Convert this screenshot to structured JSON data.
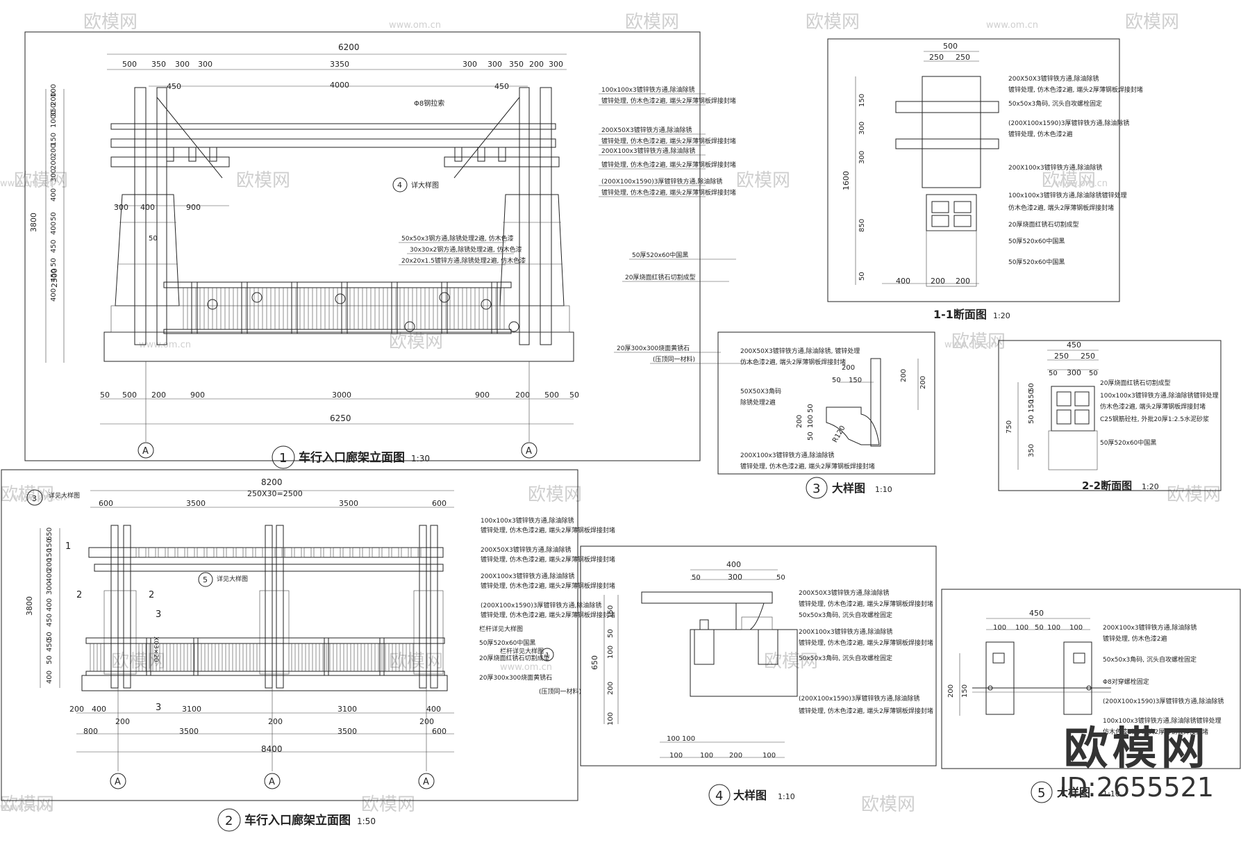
{
  "watermark": {
    "brand": "欧模网",
    "site": "www.om.cn",
    "id": "ID:2655521"
  },
  "drawings": {
    "d1": {
      "num": "1",
      "title": "车行入口廊架立面图",
      "scale": "1:30",
      "dims_top": [
        "6200",
        "500",
        "350",
        "300",
        "300",
        "3350",
        "300",
        "300",
        "350",
        "200",
        "300",
        "4000",
        "450",
        "450"
      ],
      "dims_left": [
        "100",
        "200",
        "350",
        "1000",
        "150",
        "200",
        "200",
        "300",
        "400",
        "50",
        "400",
        "450",
        "50",
        "450",
        "400",
        "3800",
        "2300"
      ],
      "dims_inner": [
        "300",
        "400",
        "900",
        "50",
        "Φ8钢拉索"
      ],
      "dims_bottom": [
        "50",
        "500",
        "200",
        "900",
        "3000",
        "900",
        "200",
        "500",
        "50",
        "6250"
      ],
      "axis": "A",
      "detail_tag": {
        "num": "4",
        "text": "详大样图"
      },
      "notes": [
        "100x100x3镀锌铁方通,除油除锈",
        "镀锌处理, 仿木色漆2遍, 端头2厚薄钢板焊接封堵",
        "200X50X3镀锌铁方通,除油除锈",
        "镀锌处理, 仿木色漆2遍, 端头2厚薄钢板焊接封堵",
        "200X100x3镀锌铁方通,除油除锈",
        "镀锌处理, 仿木色漆2遍, 端头2厚薄钢板焊接封堵",
        "(200X100x1590)3厚镀锌铁方通,除油除锈",
        "镀锌处理, 仿木色漆2遍, 端头2厚薄钢板焊接封堵",
        "50x50x3钢方通,除锈处理2遍, 仿木色漆",
        "30x30x2钢方通,除锈处理2遍, 仿木色漆",
        "20x20x1.5镀锌方通,除锈处理2遍, 仿木色漆",
        "50厚520x60中国黑",
        "20厚烧面红锈石切割成型",
        "20厚300x300烧面黄锈石",
        "(压顶同一材料)"
      ]
    },
    "d2": {
      "num": "2",
      "title": "车行入口廊架立面图",
      "scale": "1:50",
      "dims_top": [
        "8200",
        "250X30=2500",
        "600",
        "3500",
        "3500",
        "600"
      ],
      "dims_left": [
        "650",
        "150",
        "150",
        "200",
        "400",
        "300",
        "400",
        "450",
        "50",
        "450",
        "50",
        "400",
        "3800"
      ],
      "dims_bottom": [
        "200",
        "400",
        "200",
        "3100",
        "200",
        "3100",
        "200",
        "400",
        "800",
        "3500",
        "3500",
        "600",
        "8400"
      ],
      "marks": [
        "3",
        "2",
        "2",
        "2",
        "3",
        "3",
        "5",
        "1"
      ],
      "detail_tags": [
        {
          "num": "3",
          "text": "详见大样图"
        },
        {
          "num": "5",
          "text": "详见大样图"
        },
        {
          "num": "1",
          "text": "栏杆详见大样图"
        }
      ],
      "section_note": "X03×20",
      "axis": "A",
      "notes": [
        "100x100x3镀锌铁方通,除油除锈",
        "镀锌处理, 仿木色漆2遍, 端头2厚薄钢板焊接封堵",
        "200X50X3镀锌铁方通,除油除锈",
        "镀锌处理, 仿木色漆2遍, 端头2厚薄钢板焊接封堵",
        "200X100x3镀锌铁方通,除油除锈",
        "镀锌处理, 仿木色漆2遍, 端头2厚薄钢板焊接封堵",
        "(200X100x1590)3厚镀锌铁方通,除油除锈",
        "镀锌处理, 仿木色漆2遍, 端头2厚薄钢板焊接封堵",
        "栏杆详见大样图",
        "50厚520x60中国黑",
        "20厚烧面红锈石切割成型",
        "20厚300x300烧面黄锈石",
        "(压顶同一材料)"
      ]
    },
    "s11": {
      "title": "1-1断面图",
      "scale": "1:20",
      "dims": [
        "500",
        "250",
        "250",
        "150",
        "300",
        "300",
        "1600",
        "850",
        "50",
        "400",
        "200",
        "200"
      ],
      "notes": [
        "200X50X3镀锌铁方通,除油除锈",
        "镀锌处理, 仿木色漆2遍, 端头2厚薄钢板焊接封堵",
        "50x50x3角码, 沉头自攻螺栓固定",
        "(200X100x1590)3厚镀锌铁方通,除油除锈",
        "镀锌处理, 仿木色漆2遍",
        "200X100x3镀锌铁方通,除油除锈",
        "100x100x3镀锌铁方通,除油除锈镀锌处理",
        "仿木色漆2遍, 端头2厚薄钢板焊接封堵",
        "20厚烧面红锈石切割成型",
        "50厚520x60中国黑",
        "50厚520x60中国黑"
      ]
    },
    "d3": {
      "num": "3",
      "title": "大样图",
      "scale": "1:10",
      "dims": [
        "200",
        "50",
        "150",
        "200",
        "200",
        "200",
        "50",
        "100",
        "50",
        "R120"
      ],
      "notes": [
        "200X50X3镀锌铁方通,除油除锈, 镀锌处理",
        "仿木色漆2遍, 端头2厚薄钢板焊接封堵",
        "50X50X3角码",
        "除锈处理2遍",
        "200X100x3镀锌铁方通,除油除锈",
        "镀锌处理, 仿木色漆2遍, 端头2厚薄钢板焊接封堵"
      ]
    },
    "s22": {
      "title": "2-2断面图",
      "scale": "1:20",
      "dims": [
        "450",
        "250",
        "50",
        "300",
        "50",
        "50",
        "150",
        "150",
        "50",
        "750",
        "350"
      ],
      "notes": [
        "20厚烧面红锈石切割成型",
        "100x100x3镀锌铁方通,除油除锈镀锌处理",
        "仿木色漆2遍, 端头2厚薄钢板焊接封堵",
        "C25钢筋砼柱, 外批20厚1:2.5水泥砂浆",
        "50厚520x60中国黑"
      ]
    },
    "d4": {
      "num": "4",
      "title": "大样图",
      "scale": "1:10",
      "dims": [
        "400",
        "50",
        "300",
        "50",
        "150",
        "50",
        "100",
        "200",
        "100",
        "650",
        "100",
        "100",
        "100",
        "200",
        "100"
      ],
      "notes": [
        "200X50X3镀锌铁方通,除油除锈",
        "镀锌处理, 仿木色漆2遍, 端头2厚薄钢板焊接封堵",
        "50x50x3角码, 沉头自攻螺栓固定",
        "200X100x3镀锌铁方通,除油除锈",
        "镀锌处理, 仿木色漆2遍, 端头2厚薄钢板焊接封堵",
        "50x50x3角码, 沉头自攻螺栓固定",
        "(200X100x1590)3厚镀锌铁方通,除油除锈",
        "镀锌处理, 仿木色漆2遍, 端头2厚薄钢板焊接封堵"
      ]
    },
    "d5": {
      "num": "5",
      "title": "大样图",
      "scale": "1:10",
      "dims": [
        "450",
        "100",
        "100",
        "50",
        "100",
        "100",
        "200",
        "150"
      ],
      "notes": [
        "200X100x3镀锌铁方通,除油除锈",
        "镀锌处理, 仿木色漆2遍",
        "50x50x3角码, 沉头自攻螺栓固定",
        "Φ8对穿螺栓固定",
        "(200X100x1590)3厚镀锌铁方通,除油除锈",
        "100x100x3镀锌铁方通,除油除锈镀锌处理",
        "仿木色漆2遍, 端头2厚薄钢板焊接封堵"
      ]
    }
  }
}
